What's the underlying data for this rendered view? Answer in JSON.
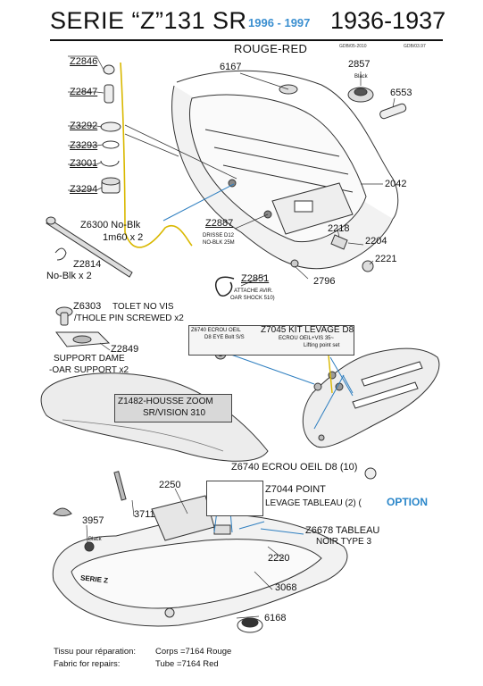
{
  "header": {
    "title_main": "SERIE “Z”131 SR",
    "title_years_blue": "1996 - 1997",
    "title_years": "1936-1937",
    "color_label": "ROUGE-RED",
    "ref_left": "GDB/05-2010",
    "ref_right": "GDB/03.97"
  },
  "parts": {
    "p6167": "6167",
    "p2857": "2857",
    "p2857_note": "Black",
    "p6553": "6553",
    "z2846": "Z2846",
    "z2847": "Z2847",
    "z3292": "Z3292",
    "z3293": "Z3293",
    "z3001": "Z3001",
    "z3294": "Z3294",
    "p2042": "2042",
    "z2887": "Z2887",
    "z2887_desc1": "DRISSE D12",
    "z2887_desc2": "NO-BLK  25M",
    "p2218": "2218",
    "p2204": "2204",
    "p2221": "2221",
    "z6300_a": "Z6300 No-Blk",
    "z6300_b": "1m60 x 2",
    "z2814_a": "Z2814",
    "z2814_b": "No-Blk  x 2",
    "z2851": "Z2851",
    "z2851_desc1": "ATTACHE AVIR.",
    "z2851_desc2": "OAR SHOCK 510)",
    "p2796": "2796",
    "z6303_a": "Z6303",
    "z6303_b": "TOLET NO  VIS",
    "z6303_c": "/THOLE PIN SCREWED  x2",
    "z6740_small_a": "Z6740 ECROU OEIL",
    "z6740_small_b": "D8 EYE Bolt S/S",
    "z7045_a": "Z7045 KIT LEVAGE D8",
    "z7045_b": "ECROU OEIL+VIS 35~",
    "z7045_c": "Lifting point set",
    "z2849": "Z2849",
    "z2849_a": "SUPPORT DAME",
    "z2849_b": "-OAR SUPPORT  x2",
    "z1482_a": "Z1482-HOUSSE ZOOM",
    "z1482_b": "SR/VISION 310",
    "z6740_big": "Z6740 ECROU OEIL D8 (10)",
    "p2250": "2250",
    "z7044_a": "Z7044  POINT",
    "z7044_b": "LEVAGE TABLEAU  (2)  (",
    "option": "OPTION",
    "p3957": "3957",
    "p3957_note": "Black",
    "p3711": "3711",
    "z6678_a": "Z6678 TABLEAU",
    "z6678_b": "NOIR TYPE 3",
    "p2220": "2220",
    "hull_label": "SERIE Z",
    "p3068": "3068",
    "p6168": "6168"
  },
  "footer": {
    "fr_label": "Tissu pour réparation:",
    "fr_corps": "Corps  =7164 Rouge",
    "en_label": "Fabric for repairs:",
    "en_tube": "Tube  =7164 Red"
  }
}
